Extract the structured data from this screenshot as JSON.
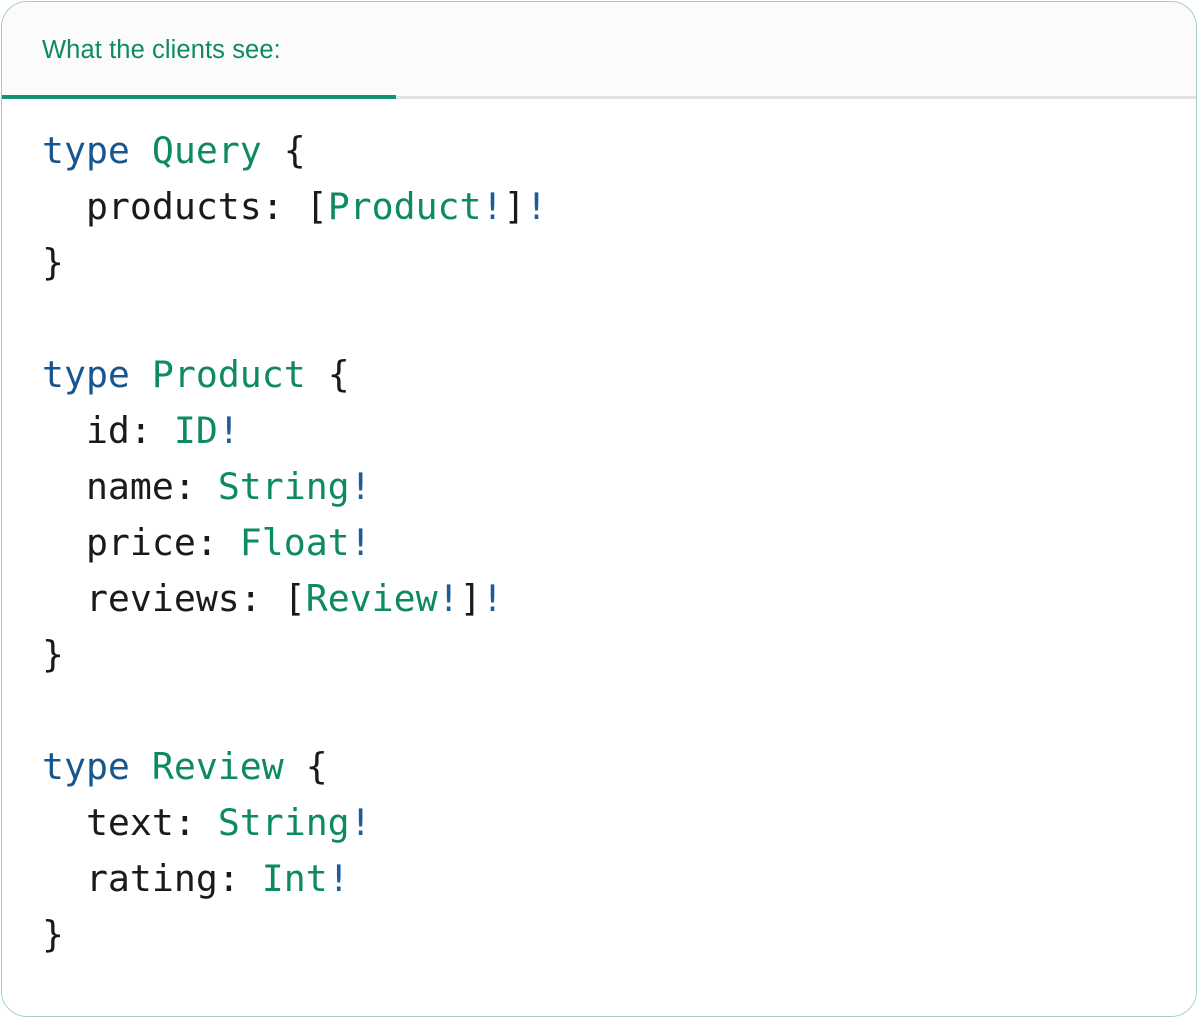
{
  "card": {
    "border_color": "#9fd2bd",
    "background": "#ffffff"
  },
  "header": {
    "background": "#fbfbfb",
    "active_tab": {
      "label": "What the clients see:",
      "text_color": "#0e8a62",
      "underline_color": "#119474"
    },
    "rule_color": "#e3e3e3"
  },
  "syntax_colors": {
    "keyword": "#17578f",
    "type_name": "#0d8a60",
    "punctuation": "#1a1a1a",
    "field": "#1a1a1a",
    "non_null_bang": "#1c5d99"
  },
  "schema": {
    "language": "graphql",
    "lines": [
      {
        "tokens": [
          {
            "t": "type",
            "c": "kw"
          },
          {
            "t": " ",
            "c": "punct"
          },
          {
            "t": "Query",
            "c": "type"
          },
          {
            "t": " {",
            "c": "punct"
          }
        ]
      },
      {
        "tokens": [
          {
            "t": "  products",
            "c": "field"
          },
          {
            "t": ": [",
            "c": "punct"
          },
          {
            "t": "Product",
            "c": "type"
          },
          {
            "t": "!",
            "c": "bang"
          },
          {
            "t": "]",
            "c": "punct"
          },
          {
            "t": "!",
            "c": "bang"
          }
        ]
      },
      {
        "tokens": [
          {
            "t": "}",
            "c": "punct"
          }
        ]
      },
      {
        "tokens": []
      },
      {
        "tokens": [
          {
            "t": "type",
            "c": "kw"
          },
          {
            "t": " ",
            "c": "punct"
          },
          {
            "t": "Product",
            "c": "type"
          },
          {
            "t": " {",
            "c": "punct"
          }
        ]
      },
      {
        "tokens": [
          {
            "t": "  id",
            "c": "field"
          },
          {
            "t": ": ",
            "c": "punct"
          },
          {
            "t": "ID",
            "c": "type"
          },
          {
            "t": "!",
            "c": "bang"
          }
        ]
      },
      {
        "tokens": [
          {
            "t": "  name",
            "c": "field"
          },
          {
            "t": ": ",
            "c": "punct"
          },
          {
            "t": "String",
            "c": "type"
          },
          {
            "t": "!",
            "c": "bang"
          }
        ]
      },
      {
        "tokens": [
          {
            "t": "  price",
            "c": "field"
          },
          {
            "t": ": ",
            "c": "punct"
          },
          {
            "t": "Float",
            "c": "type"
          },
          {
            "t": "!",
            "c": "bang"
          }
        ]
      },
      {
        "tokens": [
          {
            "t": "  reviews",
            "c": "field"
          },
          {
            "t": ": [",
            "c": "punct"
          },
          {
            "t": "Review",
            "c": "type"
          },
          {
            "t": "!",
            "c": "bang"
          },
          {
            "t": "]",
            "c": "punct"
          },
          {
            "t": "!",
            "c": "bang"
          }
        ]
      },
      {
        "tokens": [
          {
            "t": "}",
            "c": "punct"
          }
        ]
      },
      {
        "tokens": []
      },
      {
        "tokens": [
          {
            "t": "type",
            "c": "kw"
          },
          {
            "t": " ",
            "c": "punct"
          },
          {
            "t": "Review",
            "c": "type"
          },
          {
            "t": " {",
            "c": "punct"
          }
        ]
      },
      {
        "tokens": [
          {
            "t": "  text",
            "c": "field"
          },
          {
            "t": ": ",
            "c": "punct"
          },
          {
            "t": "String",
            "c": "type"
          },
          {
            "t": "!",
            "c": "bang"
          }
        ]
      },
      {
        "tokens": [
          {
            "t": "  rating",
            "c": "field"
          },
          {
            "t": ": ",
            "c": "punct"
          },
          {
            "t": "Int",
            "c": "type"
          },
          {
            "t": "!",
            "c": "bang"
          }
        ]
      },
      {
        "tokens": [
          {
            "t": "}",
            "c": "punct"
          }
        ]
      }
    ]
  }
}
